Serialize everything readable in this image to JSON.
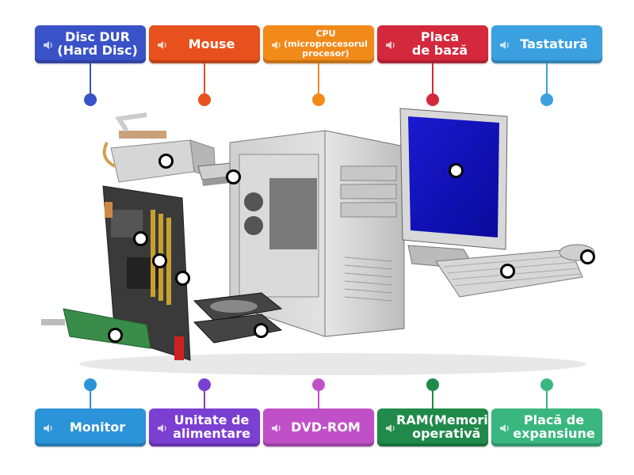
{
  "top_labels": [
    {
      "text": "Disc DUR\n(Hard Disc)",
      "color": "#3a52c7",
      "icon": "speaker-icon"
    },
    {
      "text": "Mouse",
      "color": "#e8501e",
      "icon": "speaker-icon"
    },
    {
      "text": "CPU\n(microprocesorul\nprocesor)",
      "color": "#f28a1a",
      "icon": "speaker-icon"
    },
    {
      "text": "Placa\nde bază",
      "color": "#d4283c",
      "icon": "speaker-icon"
    },
    {
      "text": "Tastatură",
      "color": "#3aa0e0",
      "icon": "speaker-icon"
    }
  ],
  "bottom_labels": [
    {
      "text": "Monitor",
      "color": "#2b93d8",
      "icon": "speaker-icon"
    },
    {
      "text": "Unitate de\nalimentare",
      "color": "#7b3fd2",
      "icon": "speaker-icon"
    },
    {
      "text": "DVD-ROM",
      "color": "#c050c8",
      "icon": "speaker-icon"
    },
    {
      "text": "RAM(Memoria\noperativă",
      "color": "#1f8a4a",
      "icon": "speaker-icon"
    },
    {
      "text": "Placă de\nexpansiune",
      "color": "#3ab780",
      "icon": "speaker-icon"
    }
  ],
  "image": {
    "subject": "exploded-pc-components",
    "icon": "pc-exploded-illustration"
  }
}
